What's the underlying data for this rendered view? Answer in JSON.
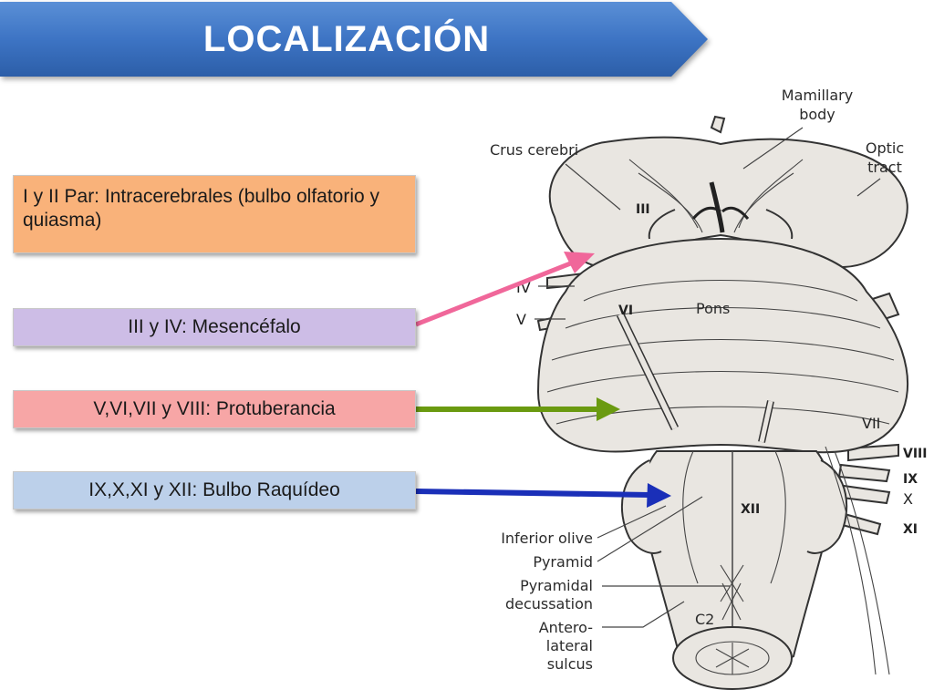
{
  "header": {
    "title": "LOCALIZACIÓN"
  },
  "boxes": [
    {
      "text": "I y II Par: Intracerebrales (bulbo olfatorio y quiasma)",
      "color": "#f9b27a"
    },
    {
      "text": "III y IV: Mesencéfalo",
      "color": "#cdbde6"
    },
    {
      "text": "V,VI,VII y VIII: Protuberancia",
      "color": "#f7a6a6"
    },
    {
      "text": "IX,X,XI y XII: Bulbo Raquídeo",
      "color": "#bcd0ea"
    }
  ],
  "arrows": [
    {
      "from": "III y IV: Mesencéfalo",
      "color": "#f0679a"
    },
    {
      "from": "V,VI,VII y VIII: Protuberancia",
      "color": "#6a9a10"
    },
    {
      "from": "IX,X,XI y XII: Bulbo Raquídeo",
      "color": "#1a2fb8"
    }
  ],
  "diagram": {
    "labels": {
      "mamillary_line1": "Mamillary",
      "mamillary_line2": "body",
      "crus": "Crus cerebri",
      "optic_line1": "Optic",
      "optic_line2": "tract",
      "pons": "Pons",
      "inferior_olive": "Inferior olive",
      "pyramid": "Pyramid",
      "pyr_dec_line1": "Pyramidal",
      "pyr_dec_line2": "decussation",
      "antero_line1": "Antero-",
      "antero_line2": "lateral",
      "antero_line3": "sulcus",
      "c2": "C2"
    },
    "nerves": {
      "iii": "III",
      "iv": "IV",
      "v": "V",
      "vi": "VI",
      "vii": "VII",
      "viii": "VIII",
      "ix": "IX",
      "x": "X",
      "xi": "XI",
      "xii": "XII"
    }
  }
}
